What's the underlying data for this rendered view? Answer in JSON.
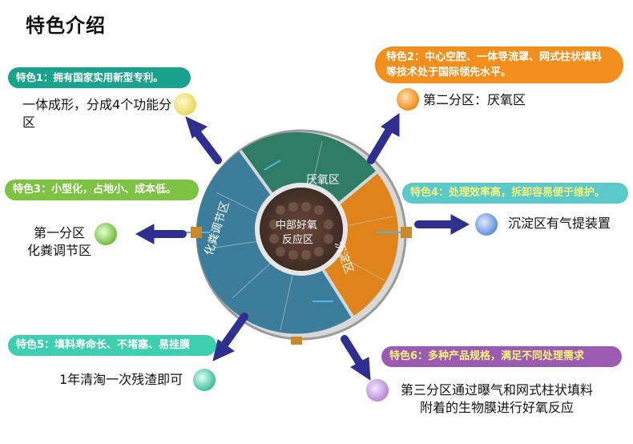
{
  "title": "特色介绍",
  "features": {
    "f1": {
      "label": "特色1：拥有国家实用新型专利。",
      "desc": "一体成形，分成4个功能分区"
    },
    "f2": {
      "label": "特色2：中心空腔、一体导流罩、网式柱状填料等技术处于国际领先水平。",
      "desc": "第二分区：厌氧区"
    },
    "f3": {
      "label": "特色3：小型化，占地小、成本低。",
      "desc_line1": "第一分区",
      "desc_line2": "化粪调节区"
    },
    "f4": {
      "label": "特色4：处理效率高，拆卸容易便于维护。",
      "desc": "沉淀区有气提装置"
    },
    "f5": {
      "label": "特色5：填料寿命长、不堵塞、易挂膜",
      "desc": "1年清淘一次残渣即可"
    },
    "f6": {
      "label": "特色6：多种产品规格，满足不同处理需求",
      "desc_line1": "第三分区通过曝气和网式柱状填料",
      "desc_line2": "附着的生物膜进行好氧反应"
    }
  },
  "tank": {
    "center_line1": "中部好氧",
    "center_line2": "反应区",
    "zone_anaerobic": "厌氧区",
    "zone_septic": "化粪调节区",
    "zone_sediment": "沉淀区"
  },
  "colors": {
    "f1": "#1aa38c",
    "f2": "#f28e1c",
    "f3": "#7dc242",
    "f4": "#5bc8c9",
    "f5": "#3ecfb0",
    "f6": "#9b5bb3",
    "arrow": "#2e2f8f"
  }
}
